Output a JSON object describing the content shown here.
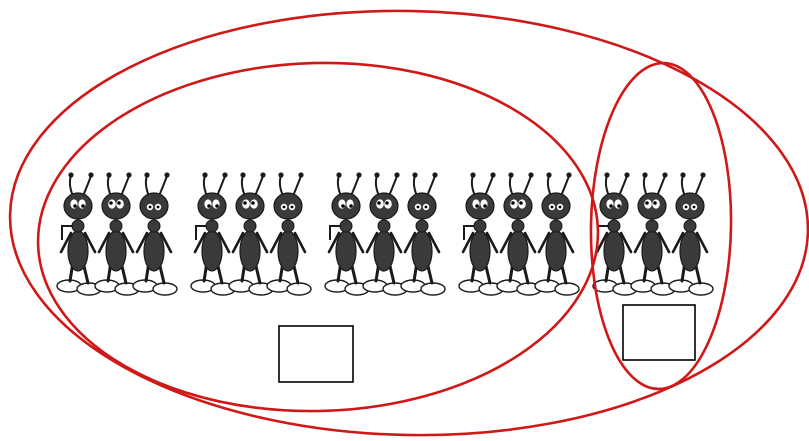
{
  "diagram": {
    "kind": "ant-grouping-bracket-diagram",
    "colors": {
      "ellipse_stroke": "#d01818",
      "ant_body": "#3a3a3a",
      "ant_outline": "#1a1a1a",
      "ant_eye": "#ffffff",
      "ant_pupil": "#000000",
      "ant_feet": "#ffffff",
      "answer_box_stroke": "#000000",
      "answer_box_fill": "#ffffff"
    },
    "groups": [
      {
        "name": "group-1",
        "ant_count": 3
      },
      {
        "name": "group-2",
        "ant_count": 3
      },
      {
        "name": "group-3",
        "ant_count": 3
      },
      {
        "name": "group-4",
        "ant_count": 3
      },
      {
        "name": "group-5",
        "ant_count": 3
      }
    ],
    "ellipses": [
      {
        "name": "outer-ellipse-all-ants"
      },
      {
        "name": "left-ellipse-four-groups"
      },
      {
        "name": "right-ellipse-one-group"
      }
    ],
    "answer_boxes": [
      {
        "name": "left-answer-box",
        "value": ""
      },
      {
        "name": "right-answer-box",
        "value": ""
      }
    ]
  }
}
